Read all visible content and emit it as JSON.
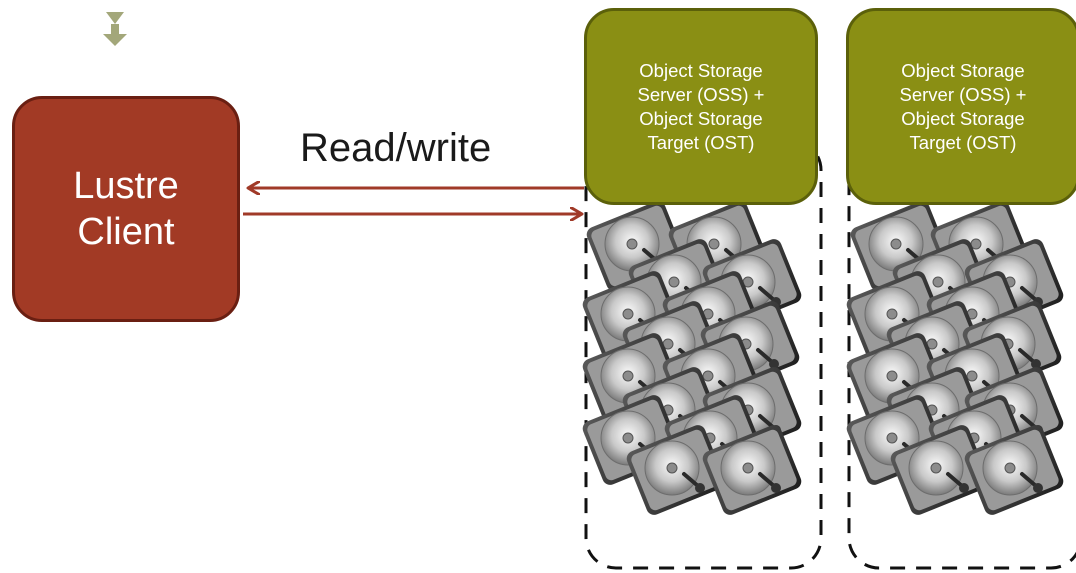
{
  "client": {
    "label": "Lustre Client"
  },
  "connection": {
    "label": "Read/write"
  },
  "servers": [
    {
      "label": "Object Storage Server (OSS) + Object Storage Target (OST)"
    },
    {
      "label": "Object Storage Server (OSS) + Object Storage Target (OST)"
    }
  ],
  "colors": {
    "client_fill": "#a23a25",
    "server_fill": "#8a8f14",
    "arrow": "#a03a28",
    "nav_arrow": "#a3a77a"
  },
  "icons": {
    "nav": "chevron-down-icon",
    "storage": "hard-drive-stack-icon"
  }
}
